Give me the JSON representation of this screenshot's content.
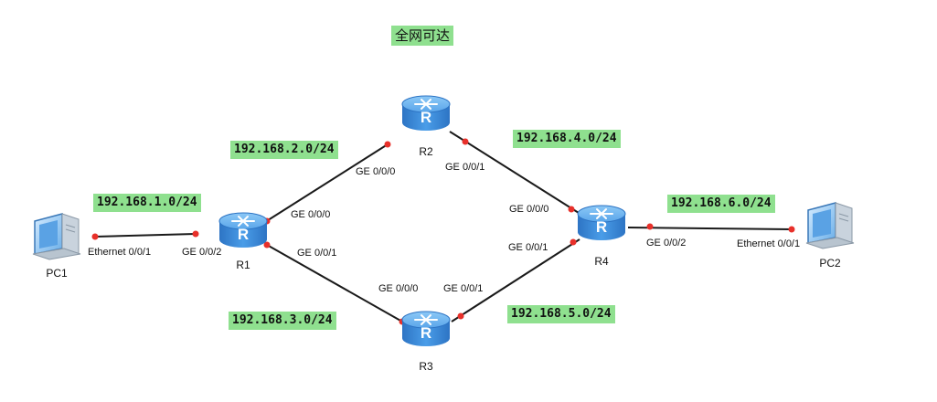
{
  "title": "全网可达",
  "devices": {
    "R1": "R1",
    "R2": "R2",
    "R3": "R3",
    "R4": "R4",
    "PC1": "PC1",
    "PC2": "PC2"
  },
  "router_glyph": "R",
  "subnets": {
    "pc1_r1": "192.168.1.0/24",
    "r1_r2": "192.168.2.0/24",
    "r1_r3": "192.168.3.0/24",
    "r2_r4": "192.168.4.0/24",
    "r3_r4": "192.168.5.0/24",
    "r4_pc2": "192.168.6.0/24"
  },
  "ports": {
    "pc1_eth": "Ethernet 0/0/1",
    "r1_ge002": "GE 0/0/2",
    "r1_ge000": "GE 0/0/0",
    "r1_ge001": "GE 0/0/1",
    "r2_ge000": "GE 0/0/0",
    "r2_ge001": "GE 0/0/1",
    "r3_ge000": "GE 0/0/0",
    "r3_ge001": "GE 0/0/1",
    "r4_ge000": "GE 0/0/0",
    "r4_ge001": "GE 0/0/1",
    "r4_ge002": "GE 0/0/2",
    "pc2_eth": "Ethernet 0/0/1"
  },
  "colors": {
    "label_bg": "#8fe08f",
    "router_body": "#3d8fe0",
    "router_top": "#6fb7f2",
    "port_dot": "#e8302a",
    "link": "#1a1a1a"
  }
}
